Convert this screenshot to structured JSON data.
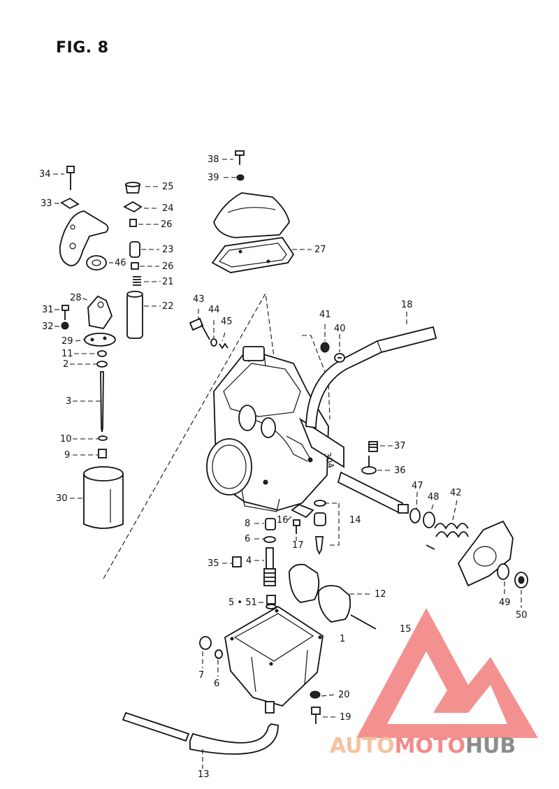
{
  "figure": {
    "title": "FIG. 8"
  },
  "callouts": [
    {
      "id": "34",
      "text": "34"
    },
    {
      "id": "33",
      "text": "33"
    },
    {
      "id": "25",
      "text": "25"
    },
    {
      "id": "24",
      "text": "24"
    },
    {
      "id": "26a",
      "text": "26"
    },
    {
      "id": "23",
      "text": "23"
    },
    {
      "id": "26b",
      "text": "26"
    },
    {
      "id": "46",
      "text": "46"
    },
    {
      "id": "21",
      "text": "21"
    },
    {
      "id": "22",
      "text": "22"
    },
    {
      "id": "28",
      "text": "28"
    },
    {
      "id": "31",
      "text": "31"
    },
    {
      "id": "32",
      "text": "32"
    },
    {
      "id": "29",
      "text": "29"
    },
    {
      "id": "11",
      "text": "11"
    },
    {
      "id": "2",
      "text": "2"
    },
    {
      "id": "3",
      "text": "3"
    },
    {
      "id": "10",
      "text": "10"
    },
    {
      "id": "9",
      "text": "9"
    },
    {
      "id": "30",
      "text": "30"
    },
    {
      "id": "38",
      "text": "38"
    },
    {
      "id": "39",
      "text": "39"
    },
    {
      "id": "27",
      "text": "27"
    },
    {
      "id": "43",
      "text": "43"
    },
    {
      "id": "44",
      "text": "44"
    },
    {
      "id": "45",
      "text": "45"
    },
    {
      "id": "41",
      "text": "41"
    },
    {
      "id": "40",
      "text": "40"
    },
    {
      "id": "18",
      "text": "18"
    },
    {
      "id": "37",
      "text": "37"
    },
    {
      "id": "36",
      "text": "36"
    },
    {
      "id": "47",
      "text": "47"
    },
    {
      "id": "48",
      "text": "48"
    },
    {
      "id": "42",
      "text": "42"
    },
    {
      "id": "16",
      "text": "16"
    },
    {
      "id": "14",
      "text": "14"
    },
    {
      "id": "8",
      "text": "8"
    },
    {
      "id": "6a",
      "text": "6"
    },
    {
      "id": "17",
      "text": "17"
    },
    {
      "id": "35",
      "text": "35"
    },
    {
      "id": "4",
      "text": "4"
    },
    {
      "id": "12",
      "text": "12"
    },
    {
      "id": "5-51",
      "text": "5 • 51"
    },
    {
      "id": "1",
      "text": "1"
    },
    {
      "id": "15",
      "text": "15"
    },
    {
      "id": "49",
      "text": "49"
    },
    {
      "id": "50",
      "text": "50"
    },
    {
      "id": "7",
      "text": "7"
    },
    {
      "id": "6b",
      "text": "6"
    },
    {
      "id": "20",
      "text": "20"
    },
    {
      "id": "19",
      "text": "19"
    },
    {
      "id": "13",
      "text": "13"
    }
  ],
  "body_marking": "304",
  "watermark": {
    "part1": "AUTO",
    "part2": "MOTO",
    "part3": "HUB",
    "colors": {
      "auto": "#f5c2a0",
      "moto": "#f28b8b",
      "hub": "#8d8d8d",
      "triangle": "#f28b8b"
    }
  }
}
